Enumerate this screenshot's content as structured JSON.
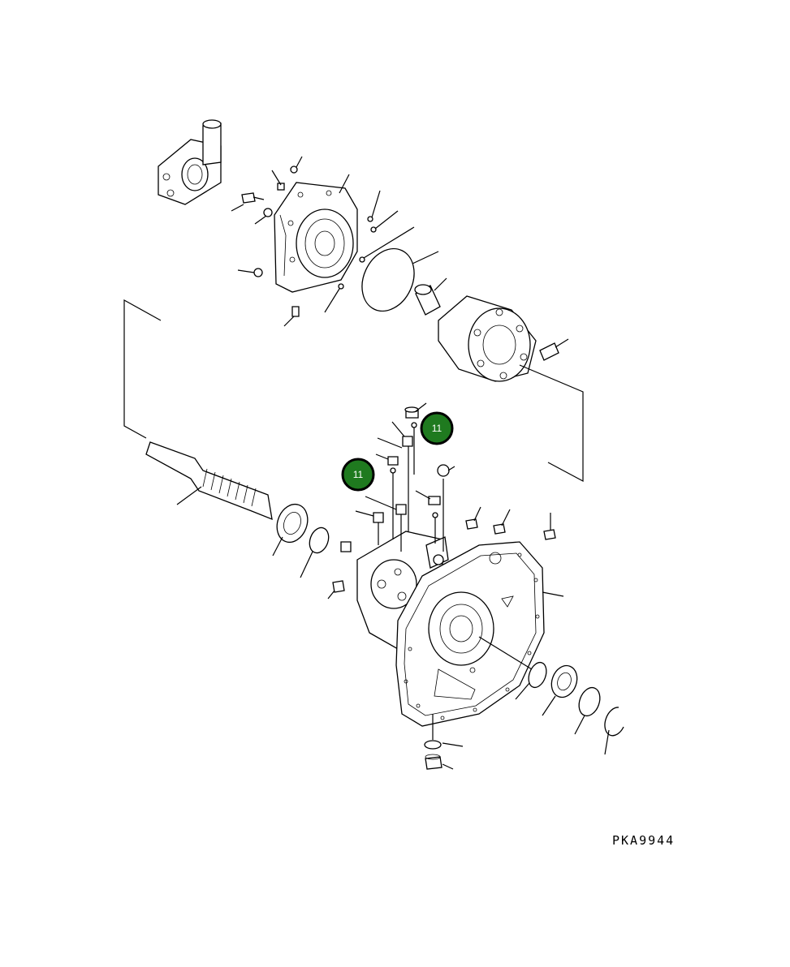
{
  "callouts": [
    {
      "label": "11",
      "color": "#1f7a1f"
    },
    {
      "label": "11",
      "color": "#1f7a1f"
    }
  ],
  "drawing_code": "PKA9944"
}
